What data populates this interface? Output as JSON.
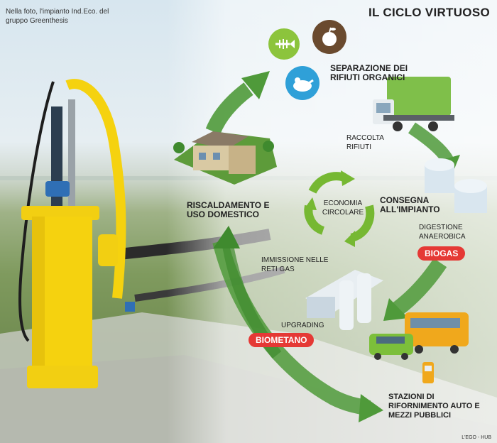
{
  "caption": "Nella foto, l'impianto Ind.Eco. del gruppo Greenthesis",
  "title": "IL CICLO VIRTUOSO",
  "steps": {
    "separation": "SEPARAZIONE DEI RIFIUTI ORGANICI",
    "collection": "Raccolta rifiuti",
    "delivery": "CONSEGNA ALL'IMPIANTO",
    "digestion": "Digestione anaerobica",
    "biogas_badge": "BIOGAS",
    "injection": "Immissione nelle reti gas",
    "upgrading": "Upgrading",
    "biomethane_badge": "BIOMETANO",
    "stations": "STAZIONI DI RIFORNIMENTO AUTO E MEZZI PUBBLICI",
    "heating": "RISCALDAMENTO E USO DOMESTICO",
    "circular_economy": "ECONOMIA CIRCOLARE"
  },
  "icons": [
    "fish-bone-icon",
    "apple-icon",
    "chicken-icon"
  ],
  "colors": {
    "arrow_green": "#4f9a3a",
    "badge_red": "#e53935",
    "pipe_yellow": "#f5d20f"
  },
  "credit": "L'EGO - HUB"
}
